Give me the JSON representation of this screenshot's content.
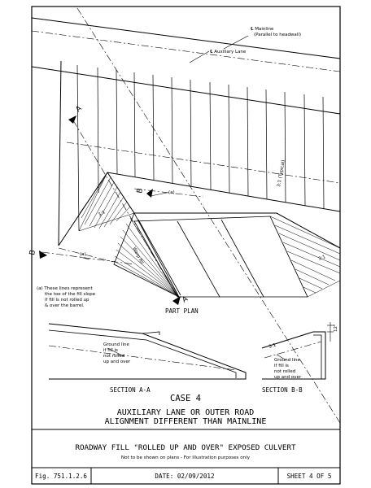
{
  "plan": {
    "mainline_label": "℄ Mainline",
    "mainline_note": "(Parallel to headwall)",
    "aux_lane_label": "℄ Auxiliary Lane",
    "slope_typical": "3:1 (Typical)",
    "slope_left": "3:1",
    "slope_right": "3:1",
    "warp_fill": "Warp fill",
    "mark_a": "(a)",
    "section_a": "A",
    "section_b": "B",
    "note_lines": [
      "(a) These lines represent",
      "the toe of the fill slope",
      "if fill is not rolled up",
      "& over the barrel."
    ],
    "title": "PART PLAN"
  },
  "section_aa": {
    "ground_note": [
      "Ground line",
      "if fill is",
      "not rolled",
      "up and over"
    ],
    "title": "SECTION A-A"
  },
  "section_bb": {
    "slope": "3:1",
    "dim": "12\"",
    "ground_note": [
      "Ground line",
      "if fill is",
      "not rolled",
      "up and over"
    ],
    "title": "SECTION B-B"
  },
  "case": {
    "title": "CASE 4",
    "line1": "AUXILIARY LANE OR OUTER ROAD",
    "line2": "ALIGNMENT DIFFERENT THAN MAINLINE"
  },
  "sheet": {
    "main_title": "ROADWAY FILL \"ROLLED UP AND OVER\" EXPOSED CULVERT",
    "subtitle": "Not to be shown on plans - For illustration purposes only",
    "fig": "Fig. 751.1.2.6",
    "date": "DATE: 02/09/2012",
    "sheet_no": "SHEET 4 OF 5"
  }
}
